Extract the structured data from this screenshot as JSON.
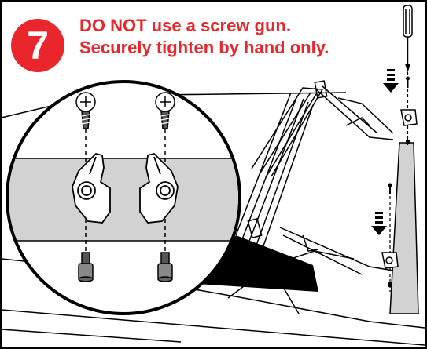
{
  "step": {
    "number": "7",
    "badge_color": "#e8262b"
  },
  "warning": {
    "line1": "DO NOT use a screw gun.",
    "line2": "Securely tighten by hand only.",
    "color": "#e8262b"
  },
  "illustration": {
    "line_color": "#000000",
    "rail_fill": "#d2d2d2",
    "icons": [
      "screwdriver-icon",
      "screw-icon",
      "clamp-icon",
      "bolt-icon",
      "down-arrow-icon"
    ]
  }
}
